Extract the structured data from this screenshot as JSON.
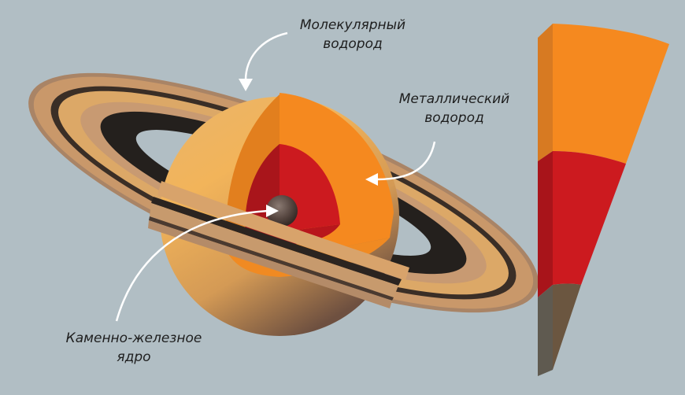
{
  "diagram": {
    "subject": "Saturn internal structure",
    "colors": {
      "background": "#b1bec4",
      "planet_surface": "#e3a652",
      "molecular_hydrogen": "#f5891f",
      "molecular_hydrogen_shadow": "#e07b1c",
      "metallic_hydrogen": "#cc1a1f",
      "metallic_hydrogen_shadow": "#a8141a",
      "core": "#5a4a44",
      "ring_light": "#d9a46a",
      "ring_mid": "#c7976a",
      "ring_edge": "#a98466",
      "ring_dark": "#2b2420",
      "arrow": "#ffffff"
    },
    "labels": {
      "molecular_hydrogen": [
        "Молекулярный",
        "водород"
      ],
      "metallic_hydrogen": [
        "Металлический",
        "водород"
      ],
      "core": [
        "Каменно-железное",
        "ядро"
      ]
    },
    "layers_wedge": [
      {
        "name": "Молекулярный водород",
        "color": "#f5891f"
      },
      {
        "name": "Металлический водород",
        "color": "#cc1a1f"
      },
      {
        "name": "Каменно-железное ядро",
        "color": "#5f5a50"
      }
    ]
  }
}
